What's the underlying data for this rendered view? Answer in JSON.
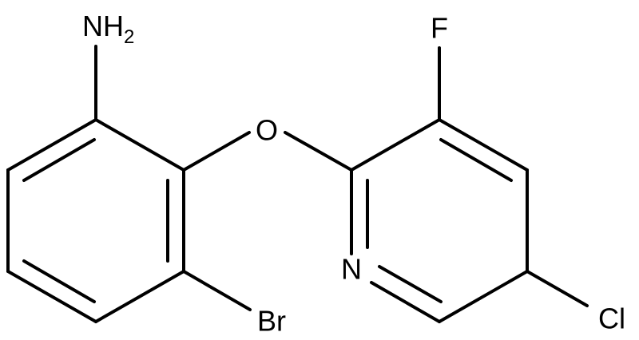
{
  "molecule": {
    "atoms": {
      "amine": {
        "symbol": "NH",
        "subscript": "2"
      },
      "ether_oxygen": "O",
      "fluorine": "F",
      "pyridine_nitrogen": "N",
      "bromine": "Br",
      "chlorine": "Cl"
    }
  }
}
